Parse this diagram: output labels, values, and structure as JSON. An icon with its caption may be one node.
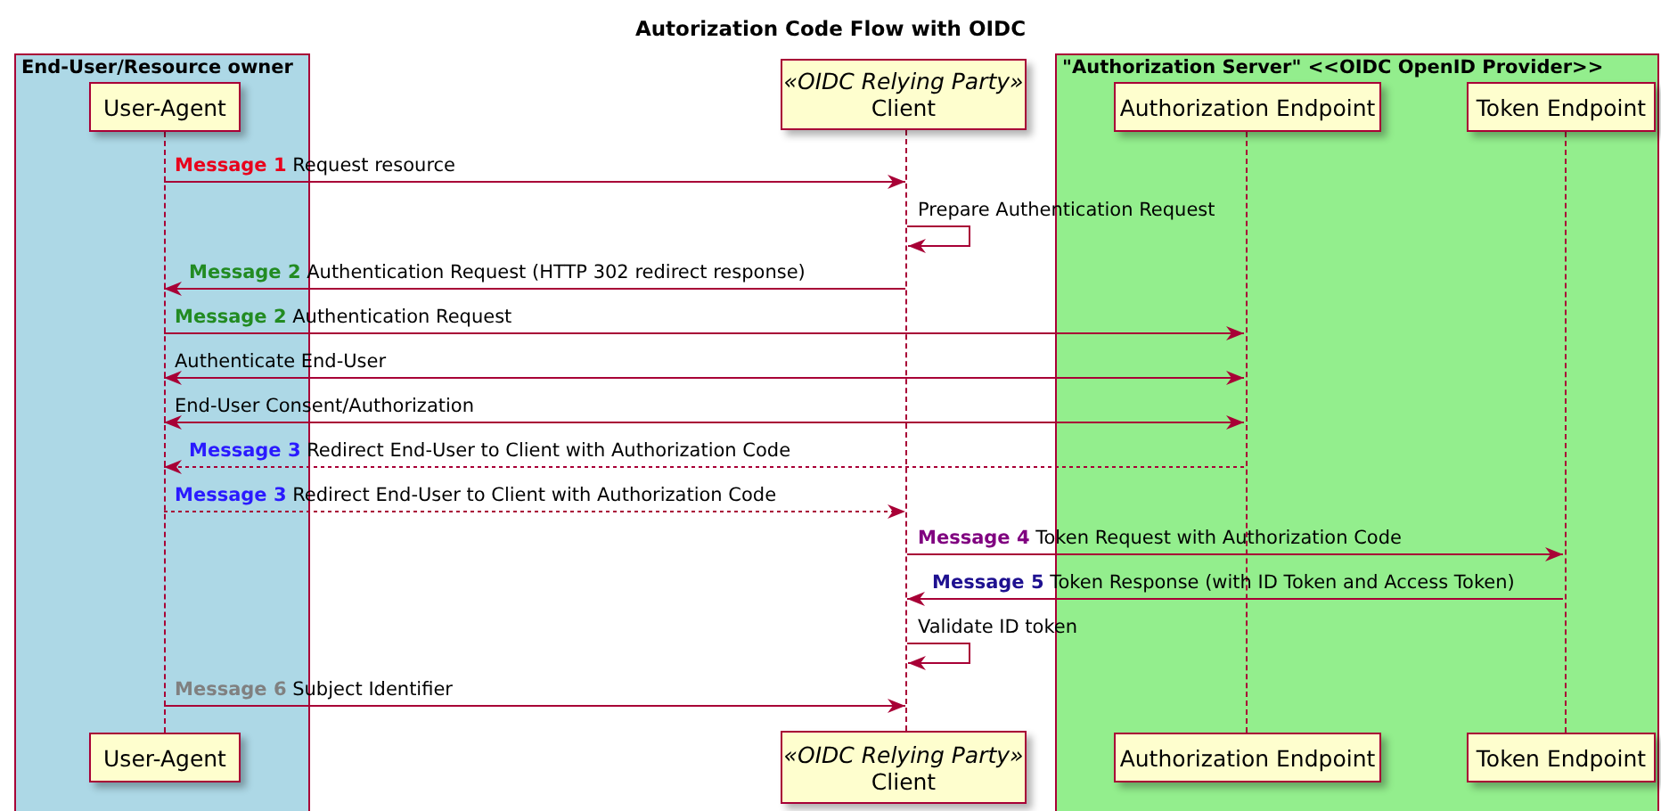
{
  "diagram": {
    "title": "Autorization Code Flow with OIDC",
    "nodes": [
      {
        "text": [
          "End-User/Resource owner"
        ]
      },
      {
        "text": [
          "User-Agent"
        ],
        "in": 0
      },
      {
        "text": [
          "«OIDC Relying Party»",
          "Client"
        ]
      },
      {
        "text": [
          "\"Authorization Server\" <<OIDC OpenID Provider>>"
        ]
      },
      {
        "text": [
          "Authorization Endpoint"
        ],
        "in": 3
      },
      {
        "text": [
          "Token Endpoint"
        ],
        "in": 3
      },
      {
        "text": [],
        "shape": "line",
        "in": 0
      },
      {
        "text": [],
        "shape": "line"
      },
      {
        "text": [],
        "shape": "line",
        "in": 3
      },
      {
        "text": [],
        "shape": "line",
        "in": 3
      },
      {
        "text": [
          "User-Agent"
        ],
        "in": 0
      },
      {
        "text": [
          "«OIDC Relying Party»",
          "Client"
        ]
      },
      {
        "text": [
          "Authorization Endpoint"
        ],
        "in": 3
      },
      {
        "text": [
          "Token Endpoint"
        ],
        "in": 3
      }
    ],
    "edges": [
      {
        "from": 6,
        "to": 7,
        "arrow": "to",
        "label": "**Message 1** Request resource"
      },
      {
        "from": 7,
        "to": 7,
        "arrow": "to",
        "label": "Prepare Authentication Request"
      },
      {
        "from": 7,
        "to": 6,
        "arrow": "to",
        "label": "**Message 2** Authentication Request (HTTP 302 redirect response)"
      },
      {
        "from": 6,
        "to": 8,
        "arrow": "to",
        "label": "**Message 2** Authentication Request"
      },
      {
        "from": 6,
        "to": 8,
        "arrow": "both",
        "label": "Authenticate End-User"
      },
      {
        "from": 6,
        "to": 8,
        "arrow": "both",
        "label": "End-User Consent/Authorization"
      },
      {
        "from": 8,
        "to": 6,
        "arrow": "to",
        "style": "dashed",
        "label": "**Message 3** Redirect End-User to Client with Authorization Code"
      },
      {
        "from": 6,
        "to": 7,
        "arrow": "to",
        "style": "dashed",
        "label": "**Message 3** Redirect End-User to Client with Authorization Code"
      },
      {
        "from": 7,
        "to": 9,
        "arrow": "to",
        "label": "**Message 4** Token Request with Authorization Code"
      },
      {
        "from": 9,
        "to": 7,
        "arrow": "to",
        "label": "**Message 5** Token Response (with ID Token and Access Token)"
      },
      {
        "from": 7,
        "to": 7,
        "arrow": "to",
        "label": "Validate ID token"
      },
      {
        "from": 6,
        "to": 7,
        "arrow": "to",
        "label": "**Message 6** Subject Identifier"
      }
    ]
  }
}
